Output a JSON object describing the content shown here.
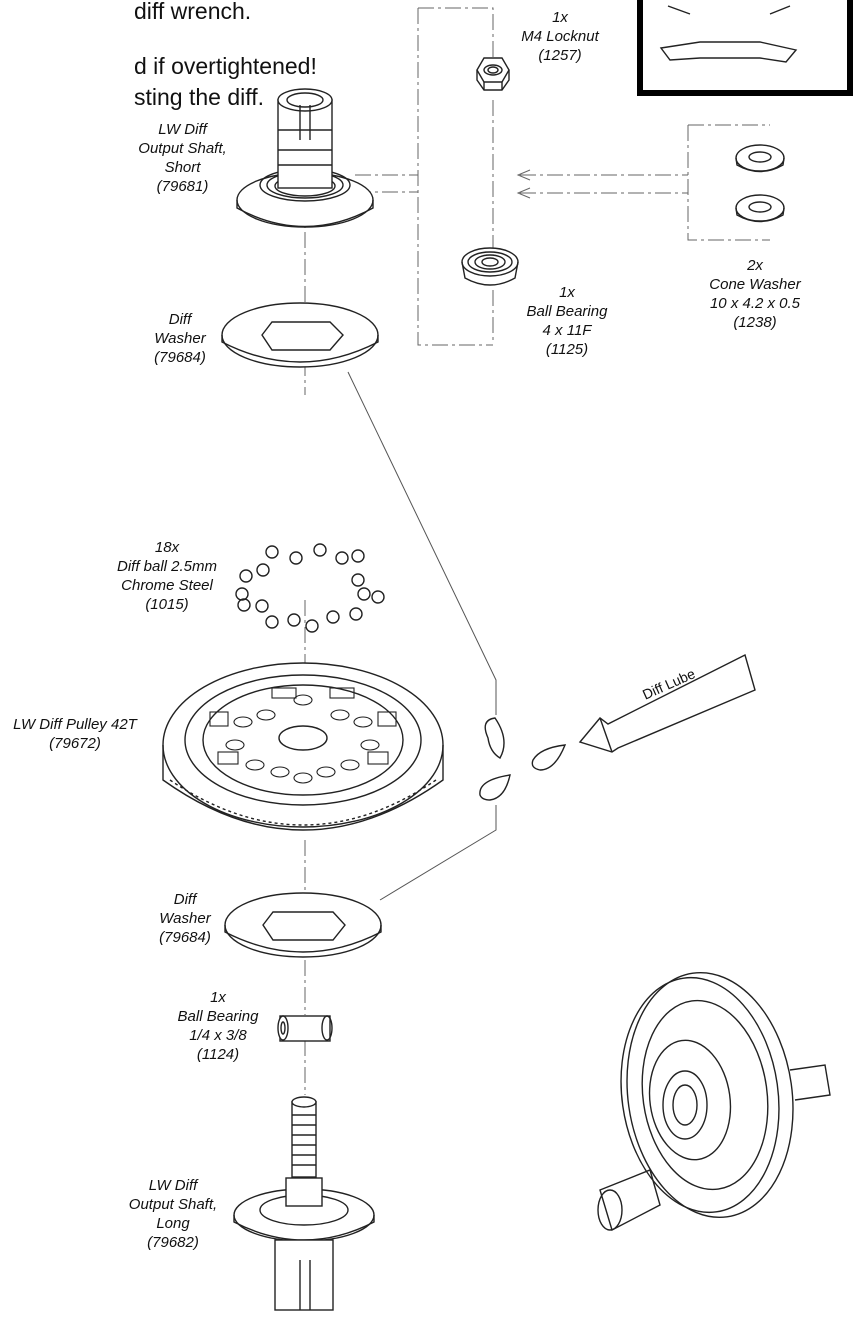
{
  "instructions": {
    "line1": "diff wrench.",
    "line2": "d if overtightened!",
    "line3": "sting the diff."
  },
  "parts": {
    "locknut": {
      "qty": "1x",
      "name": "M4 Locknut",
      "num": "(1257)"
    },
    "shaft_short": {
      "name1": "LW Diff",
      "name2": "Output Shaft,",
      "name3": "Short",
      "num": "(79681)"
    },
    "cone_washer": {
      "qty": "2x",
      "name": "Cone Washer",
      "size": "10 x 4.2 x 0.5",
      "num": "(1238)"
    },
    "bearing_small": {
      "qty": "1x",
      "name": "Ball Bearing",
      "size": "4 x 11F",
      "num": "(1125)"
    },
    "diff_washer_top": {
      "name1": "Diff",
      "name2": "Washer",
      "num": "(79684)"
    },
    "diff_balls": {
      "qty": "18x",
      "name1": "Diff ball 2.5mm",
      "name2": "Chrome Steel",
      "num": "(1015)"
    },
    "pulley": {
      "name": "LW Diff Pulley 42T",
      "num": "(79672)"
    },
    "diff_washer_bottom": {
      "name1": "Diff",
      "name2": "Washer",
      "num": "(79684)"
    },
    "bearing_large": {
      "qty": "1x",
      "name": "Ball Bearing",
      "size": "1/4 x 3/8",
      "num": "(1124)"
    },
    "shaft_long": {
      "name1": "LW Diff",
      "name2": "Output Shaft,",
      "name3": "Long",
      "num": "(79682)"
    }
  },
  "lube_label": "Diff Lube"
}
